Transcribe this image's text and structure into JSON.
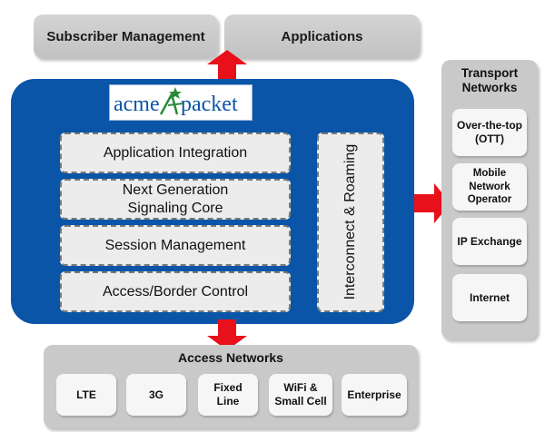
{
  "top_boxes": [
    {
      "label": "Subscriber Management"
    },
    {
      "label": "Applications"
    }
  ],
  "logo": {
    "text_left": "acme",
    "text_right": "packet"
  },
  "core_layers": [
    {
      "label": "Application Integration"
    },
    {
      "label": "Next Generation\nSignaling Core"
    },
    {
      "label": "Session Management"
    },
    {
      "label": "Access/Border Control"
    }
  ],
  "interconnect": {
    "label": "Interconnect & Roaming"
  },
  "transport": {
    "title": "Transport\nNetworks",
    "items": [
      {
        "label": "Over-the-top\n(OTT)"
      },
      {
        "label": "Mobile\nNetwork\nOperator"
      },
      {
        "label": "IP Exchange"
      },
      {
        "label": "Internet"
      }
    ]
  },
  "access": {
    "title": "Access Networks",
    "items": [
      {
        "label": "LTE"
      },
      {
        "label": "3G"
      },
      {
        "label": "Fixed\nLine"
      },
      {
        "label": "WiFi &\nSmall Cell"
      },
      {
        "label": "Enterprise"
      }
    ]
  },
  "colors": {
    "core_blue": "#0a55a8",
    "arrow_red": "#e8101a",
    "logo_green": "#2a8a3a"
  }
}
